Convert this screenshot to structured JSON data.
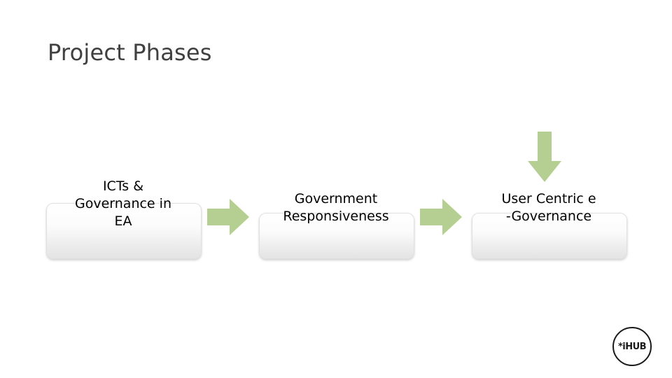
{
  "slide": {
    "title": "Project Phases",
    "phases": [
      {
        "label": "ICTs &\nGovernance in\nEA"
      },
      {
        "label": "Government\nResponsiveness"
      },
      {
        "label": "User Centric   e\n-Governance"
      }
    ],
    "arrows": [
      {
        "name": "arrow-right-1",
        "direction": "right",
        "color": "#b5cf92"
      },
      {
        "name": "arrow-right-2",
        "direction": "right",
        "color": "#b5cf92"
      },
      {
        "name": "arrow-down",
        "direction": "down",
        "color": "#b5cf92"
      }
    ],
    "logo": {
      "text": "*iHUB"
    },
    "colors": {
      "arrow_fill": "#b5cf92",
      "title_color": "#404040",
      "box_text": "#000000",
      "background": "#ffffff"
    }
  }
}
